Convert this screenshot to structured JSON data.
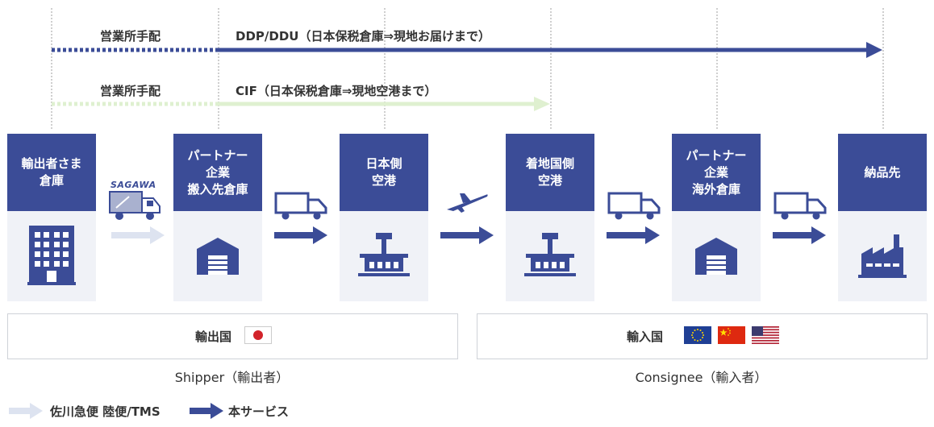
{
  "routes": [
    {
      "left_label": "営業所手配",
      "label": "DDP/DDU（日本保税倉庫⇒現地お届けまで）",
      "color": "#3b4c97"
    },
    {
      "left_label": "営業所手配",
      "label": "CIF（日本保税倉庫⇒現地空港まで）",
      "color": "#dff0d0"
    }
  ],
  "stages": [
    {
      "label": "輸出者さま\n倉庫",
      "icon": "office-building-icon"
    },
    {
      "label": "パートナー\n企業\n搬入先倉庫",
      "icon": "warehouse-icon"
    },
    {
      "label": "日本側\n空港",
      "icon": "airport-terminal-icon"
    },
    {
      "label": "着地国側\n空港",
      "icon": "airport-terminal-icon"
    },
    {
      "label": "パートナー\n企業\n海外倉庫",
      "icon": "warehouse-icon"
    },
    {
      "label": "納品先",
      "icon": "factory-icon"
    }
  ],
  "carrier_brand": "SAGAWA",
  "regions": {
    "export": {
      "label": "輸出国",
      "caption": "Shipper（輸出者）",
      "flags": [
        "japan-flag-icon"
      ]
    },
    "import": {
      "label": "輸入国",
      "caption": "Consignee（輸入者）",
      "flags": [
        "eu-flag-icon",
        "china-flag-icon",
        "usa-flag-icon"
      ]
    }
  },
  "legend": [
    {
      "label": "佐川急便 陸便/TMS",
      "color": "#dde3f0"
    },
    {
      "label": "本サービス",
      "color": "#3b4c97"
    }
  ],
  "colors": {
    "primary": "#3b4c97",
    "light_arrow": "#dde3f0",
    "cif_arrow": "#dff0d0",
    "panel": "#f0f2f7"
  }
}
